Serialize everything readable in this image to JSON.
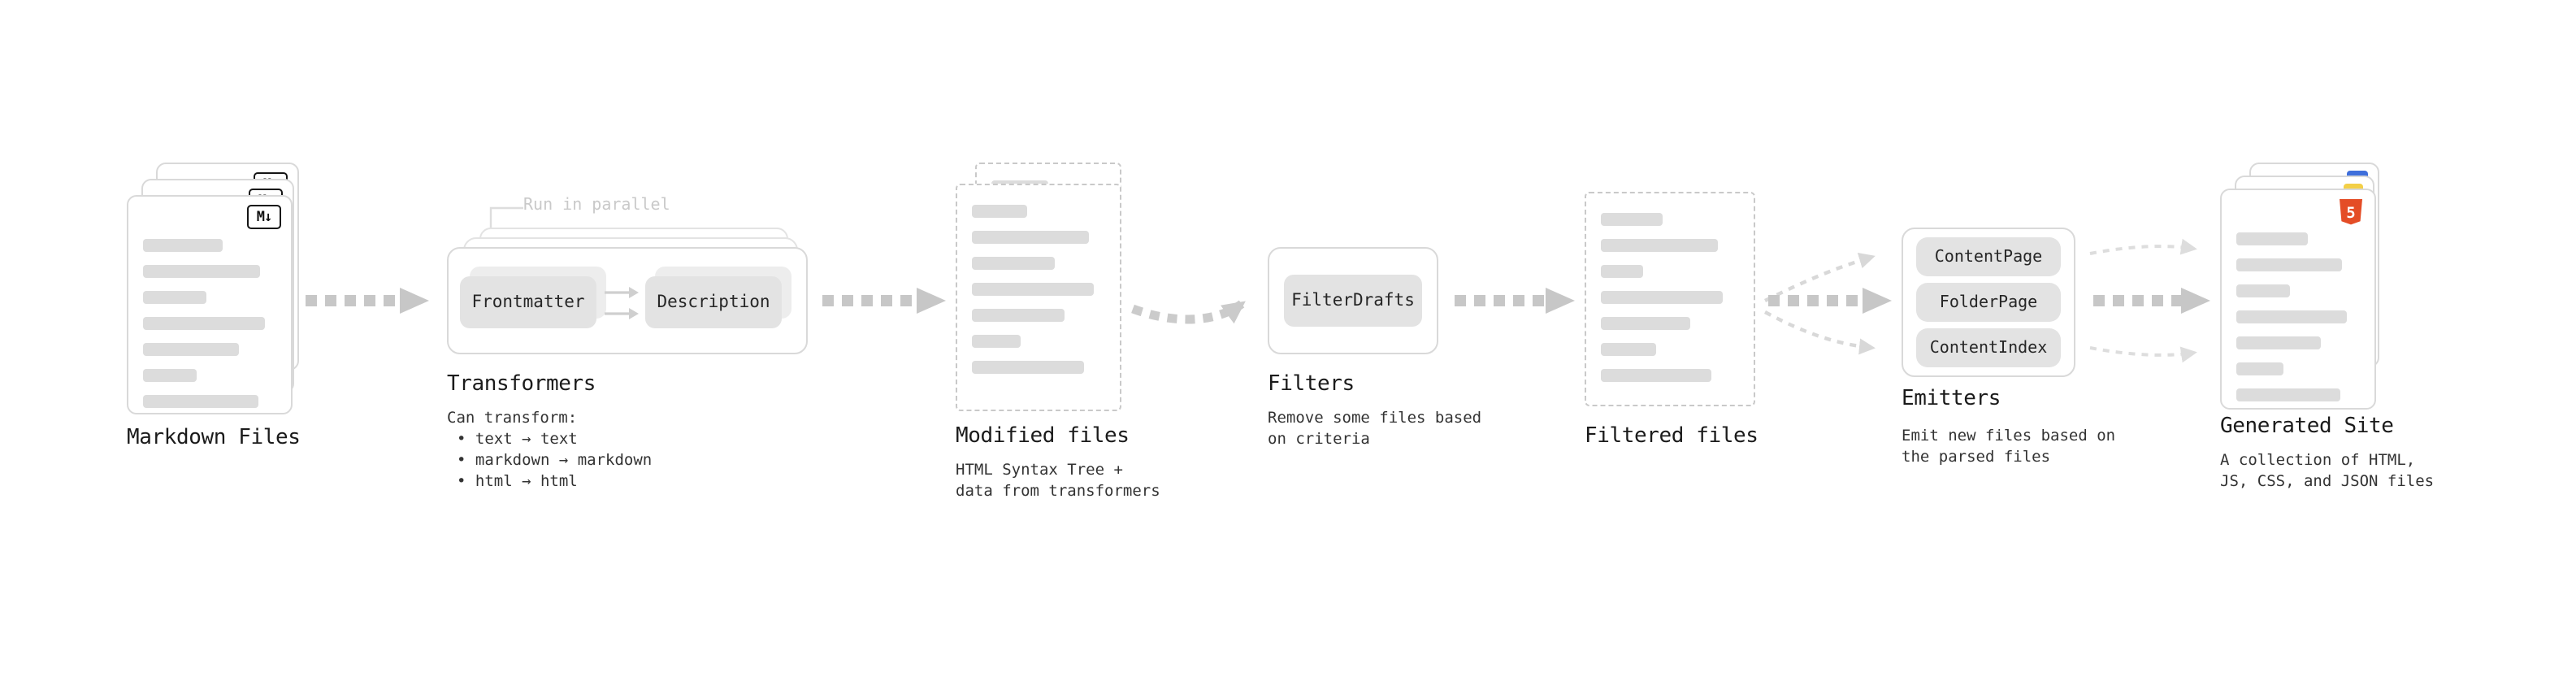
{
  "diagram": {
    "markdown_files": {
      "label": "Markdown Files"
    },
    "transformers": {
      "label": "Transformers",
      "note": "Run in parallel",
      "chip_frontmatter": "Frontmatter",
      "chip_description": "Description",
      "desc_title": "Can transform:",
      "bullet_1": "• text → text",
      "bullet_2": "• markdown → markdown",
      "bullet_3": "• html → html"
    },
    "modified_files": {
      "label": "Modified files",
      "desc": "HTML Syntax Tree +\ndata from transformers"
    },
    "filters": {
      "label": "Filters",
      "chip_filterdrafts": "FilterDrafts",
      "desc": "Remove some files based\non criteria"
    },
    "filtered_files": {
      "label": "Filtered files"
    },
    "emitters": {
      "label": "Emitters",
      "chip_contentpage": "ContentPage",
      "chip_folderpage": "FolderPage",
      "chip_contentindex": "ContentIndex",
      "desc": "Emit new files based on\nthe parsed files"
    },
    "generated_site": {
      "label": "Generated Site",
      "desc": "A collection of HTML,\nJS, CSS, and JSON files"
    },
    "icons": {
      "markdown_badge": "M↓",
      "html5_badge": "5"
    },
    "colors": {
      "arrow": "#c7c7c7",
      "faint_arrow": "#d8d8d8",
      "chip_bg": "#e3e3e3",
      "card_border": "#d9d9d9",
      "bar": "#dcdcdc",
      "label_text": "#1b1b1b",
      "desc_text": "#333333",
      "note_text": "#c9c9c9",
      "html5_orange": "#e44d26",
      "css_blue": "#3f6fdb",
      "js_yellow": "#f3cf47"
    }
  }
}
